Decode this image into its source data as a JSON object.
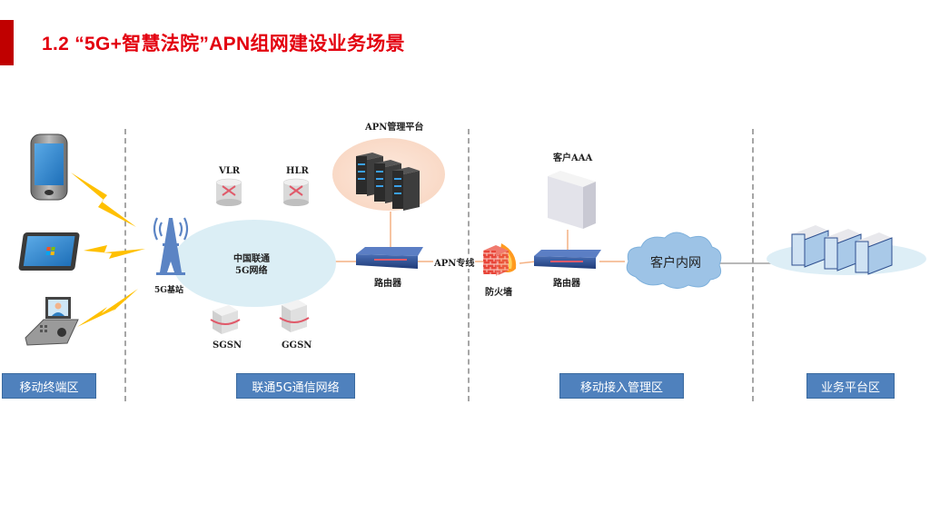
{
  "slide": {
    "title": "1.2 “5G+智慧法院”APN组网建设业务场景",
    "accent_color": "#c00000",
    "title_color": "#e3000f"
  },
  "zones": [
    {
      "id": "mobile-terminal",
      "label": "移动终端区"
    },
    {
      "id": "unicom-network",
      "label": "联通5G通信网络"
    },
    {
      "id": "mobile-access",
      "label": "移动接入管理区"
    },
    {
      "id": "business-platform",
      "label": "业务平台区"
    }
  ],
  "nodes": {
    "phone": {
      "icon": "smartphone-icon"
    },
    "tablet": {
      "icon": "tablet-icon"
    },
    "video_terminal": {
      "icon": "video-terminal-icon"
    },
    "base_station": {
      "label": "5G基站",
      "icon": "cell-tower-icon"
    },
    "vlr": {
      "label": "VLR",
      "icon": "database-icon"
    },
    "hlr": {
      "label": "HLR",
      "icon": "database-icon"
    },
    "core_network": {
      "label_line1": "中国联通",
      "label_line2": "5G网络"
    },
    "sgsn": {
      "label": "SGSN",
      "icon": "switch-icon"
    },
    "ggsn": {
      "label": "GGSN",
      "icon": "switch-icon"
    },
    "apn_platform": {
      "label": "APN管理平台",
      "icon": "server-rack-icon"
    },
    "router1": {
      "label": "路由器",
      "icon": "router-icon"
    },
    "apn_line": {
      "label": "APN专线"
    },
    "firewall": {
      "label": "防火墙",
      "icon": "firewall-icon"
    },
    "router2": {
      "label": "路由器",
      "icon": "router-icon"
    },
    "customer_aaa": {
      "label": "客户AAA",
      "icon": "server-icon"
    },
    "customer_intranet": {
      "label": "客户内网",
      "icon": "cloud-icon"
    },
    "business_platform": {
      "icon": "building-icon"
    }
  },
  "colors": {
    "zone_label_bg": "#4f81bd",
    "signal": "#ffc000",
    "link": "#f4b183",
    "cloud": "#9dc3e6",
    "network_ellipse": "#dbeef5",
    "platform_halo": "#fbe2d5"
  }
}
